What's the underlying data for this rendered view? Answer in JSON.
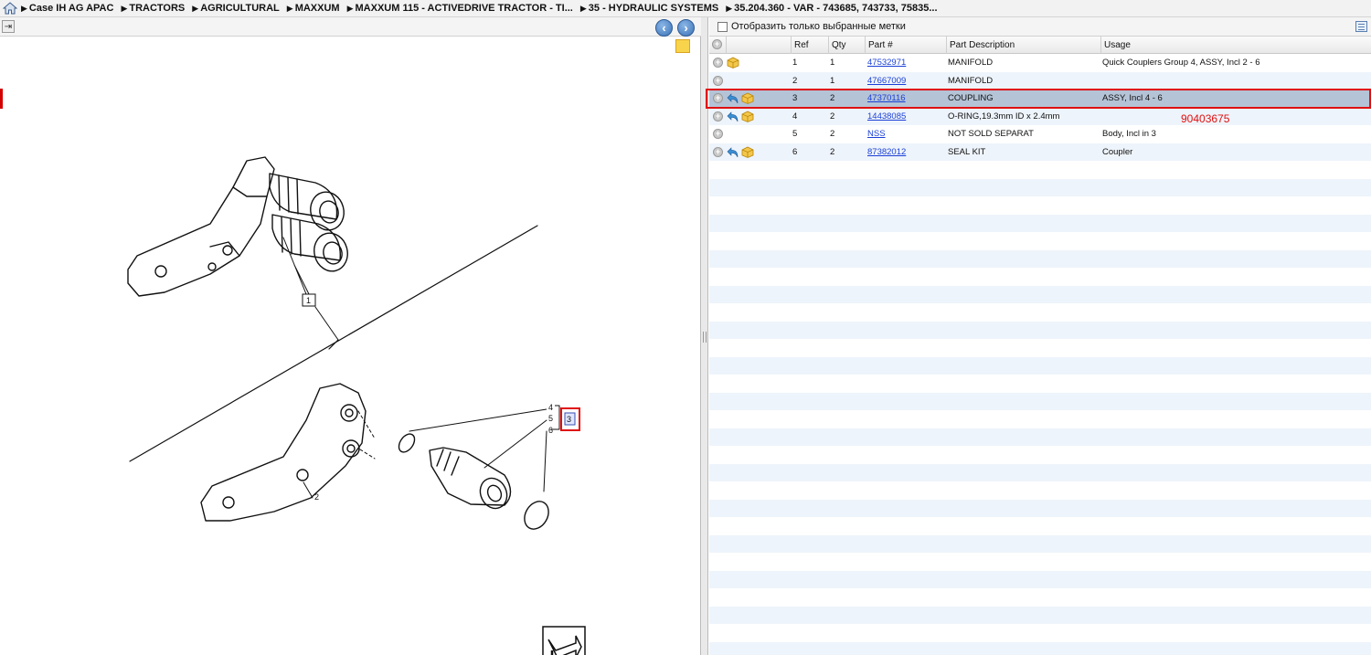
{
  "breadcrumb": [
    "Case IH AG APAC",
    "TRACTORS",
    "AGRICULTURAL",
    "MAXXUM",
    "MAXXUM 115 - ACTIVEDRIVE TRACTOR - TI...",
    "35 - HYDRAULIC SYSTEMS",
    "35.204.360 - VAR - 743685, 743733, 75835..."
  ],
  "filter": {
    "label": "Отобразить только выбранные метки"
  },
  "table": {
    "headers": {
      "ref": "Ref",
      "qty": "Qty",
      "part": "Part #",
      "desc": "Part Description",
      "usage": "Usage"
    },
    "rows": [
      {
        "ref": "1",
        "qty": "1",
        "part": "47532971",
        "desc": "MANIFOLD",
        "usage": "Quick Couplers Group 4, ASSY, Incl 2 - 6",
        "icons": [
          "plus-icon",
          "box-icon"
        ]
      },
      {
        "ref": "2",
        "qty": "1",
        "part": "47667009",
        "desc": "MANIFOLD",
        "usage": "",
        "icons": [
          "plus-icon"
        ]
      },
      {
        "ref": "3",
        "qty": "2",
        "part": "47370116",
        "desc": "COUPLING",
        "usage": "ASSY, Incl 4 - 6",
        "icons": [
          "plus-icon",
          "back-icon",
          "box-icon"
        ],
        "selected": true
      },
      {
        "ref": "4",
        "qty": "2",
        "part": "14438085",
        "desc": "O-RING,19.3mm ID x 2.4mm",
        "usage": "",
        "icons": [
          "plus-icon",
          "back-icon",
          "box-icon"
        ]
      },
      {
        "ref": "5",
        "qty": "2",
        "part": "NSS",
        "desc": "NOT SOLD SEPARAT",
        "usage": "Body, Incl in 3",
        "icons": [
          "plus-icon"
        ]
      },
      {
        "ref": "6",
        "qty": "2",
        "part": "87382012",
        "desc": "SEAL KIT",
        "usage": "Coupler",
        "icons": [
          "plus-icon",
          "back-icon",
          "box-icon"
        ]
      }
    ]
  },
  "annotation": {
    "text": "90403675",
    "color": "#e01010"
  },
  "diagram": {
    "callouts": [
      "1",
      "2",
      "4",
      "5",
      "6",
      "3"
    ]
  },
  "colors": {
    "selected_row": "#b4c3d6",
    "alt_row": "#eef4fb",
    "link": "#1a3fd6",
    "highlight": "#e01010"
  }
}
